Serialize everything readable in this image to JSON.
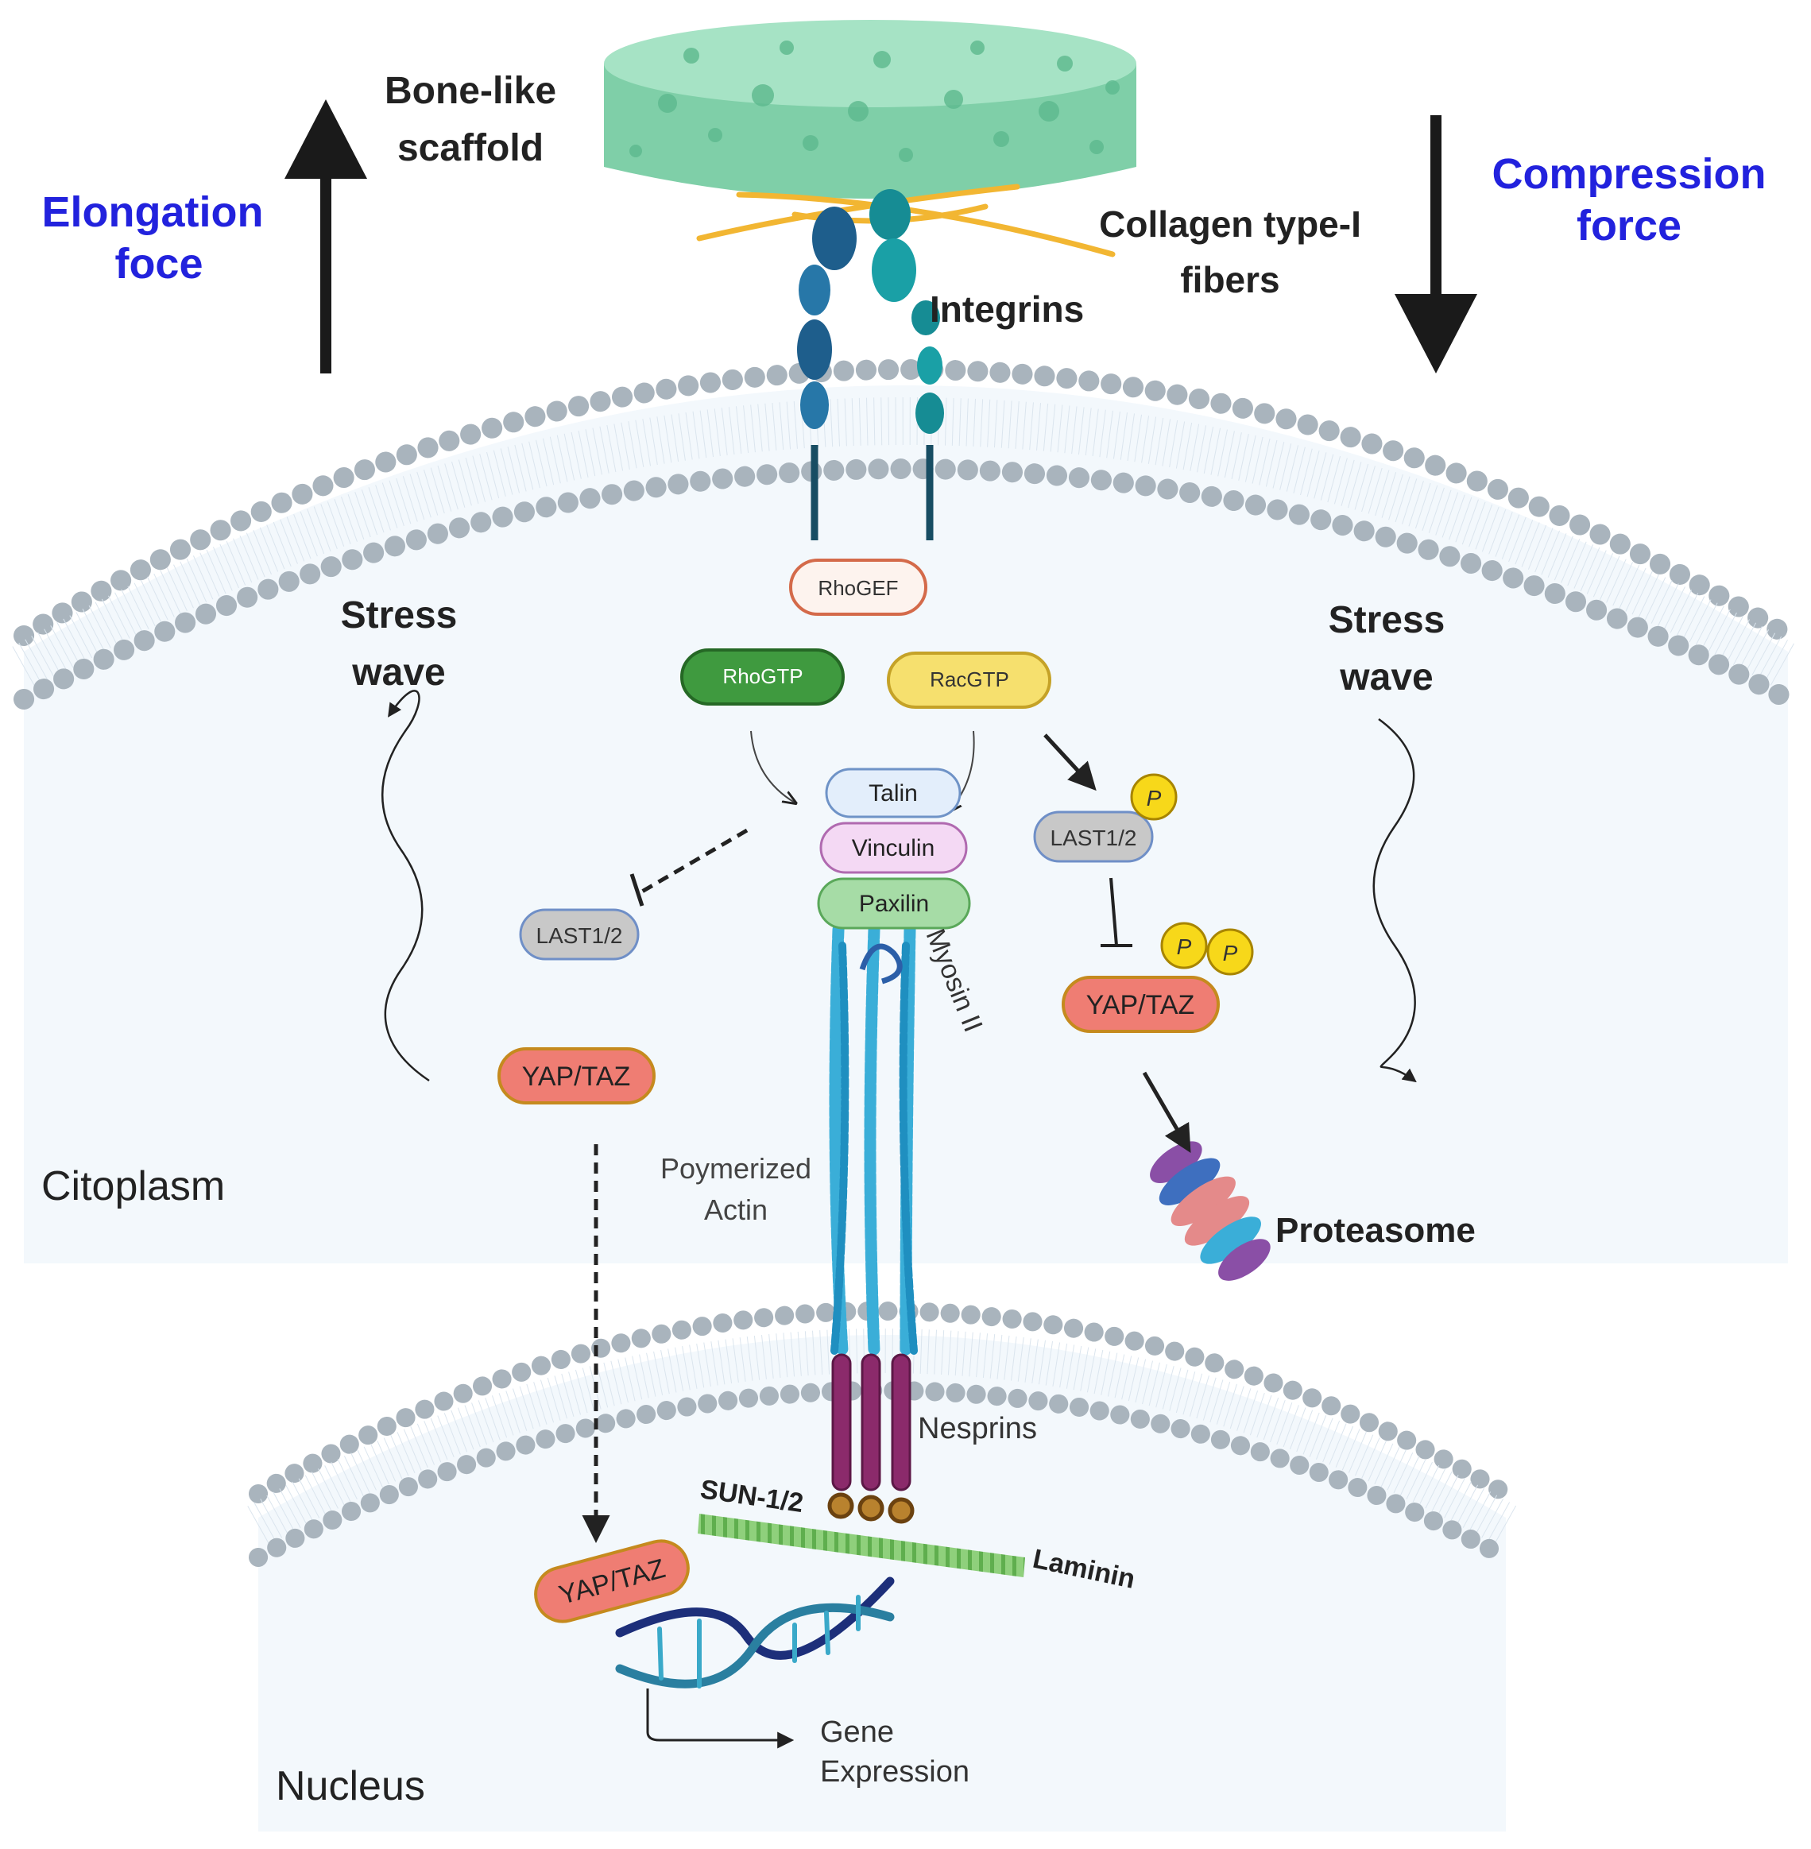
{
  "labels": {
    "scaffold_line1": "Bone-like",
    "scaffold_line2": "scaffold",
    "elongation_line1": "Elongation",
    "elongation_line2": "foce",
    "compression_line1": "Compression",
    "compression_line2": "force",
    "collagen_line1": "Collagen type-I",
    "collagen_line2": "fibers",
    "integrins": "Integrins",
    "stress_left_line1": "Stress",
    "stress_left_line2": "wave",
    "stress_right_line1": "Stress",
    "stress_right_line2": "wave",
    "citoplasm": "Citoplasm",
    "nucleus": "Nucleus",
    "actin_line1": "Poymerized",
    "actin_line2": "Actin",
    "myosin": "Myosin II",
    "nesprins": "Nesprins",
    "sun": "SUN-1/2",
    "laminin": "Laminin",
    "proteasome": "Proteasome",
    "gene_line1": "Gene",
    "gene_line2": "Expression",
    "phospho": "P"
  },
  "pills": {
    "rhogef": "RhoGEF",
    "rhogtp": "RhoGTP",
    "racgtp": "RacGTP",
    "talin": "Talin",
    "vinculin": "Vinculin",
    "paxilin": "Paxilin",
    "last_left": "LAST1/2",
    "last_right": "LAST1/2",
    "yap_left": "YAP/TAZ",
    "yap_right": "YAP/TAZ",
    "yap_nucleus": "YAP/TAZ"
  },
  "colors": {
    "force_label": "#2222dd",
    "scaffold": "#8fd9b6",
    "collagen": "#f2b632",
    "membrane_head": "#a9b4bd",
    "cytoplasm": "#f3f8fc",
    "actin": "#3aaed8",
    "nesprin": "#8b2a6b",
    "laminin": "#7cc46a"
  }
}
